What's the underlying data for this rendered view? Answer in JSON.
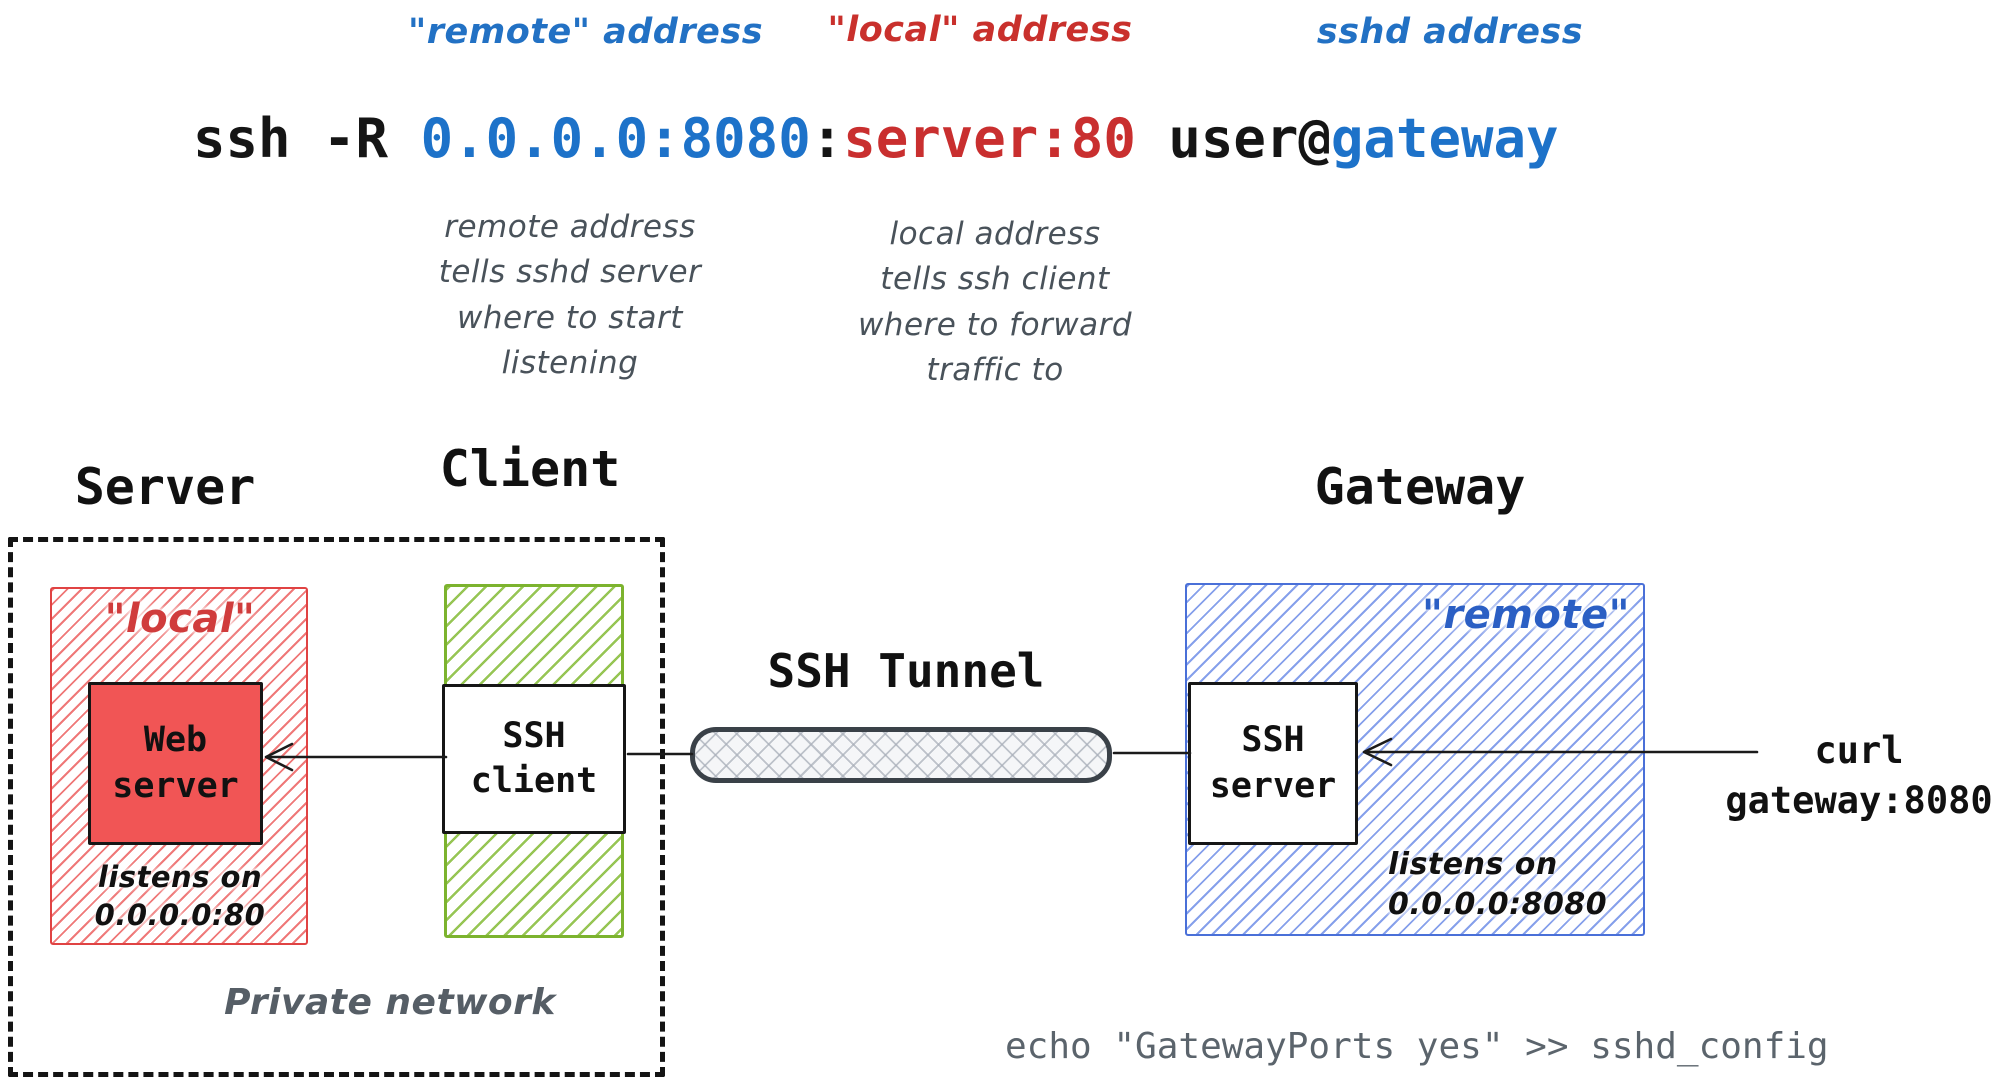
{
  "header": {
    "remote_address_label": "\"remote\" address",
    "local_address_label": "\"local\" address",
    "sshd_address_label": "sshd address"
  },
  "command": {
    "prefix": "ssh -R ",
    "remote_part": "0.0.0.0:8080",
    "separator": ":",
    "local_part": "server:80",
    "user_part": " user@",
    "host_part": "gateway"
  },
  "annotations": {
    "remote": [
      "remote address",
      "tells sshd server",
      "where to start",
      "listening"
    ],
    "local": [
      "local address",
      "tells ssh client",
      "where to forward",
      "traffic to"
    ]
  },
  "titles": {
    "server": "Server",
    "client": "Client",
    "gateway": "Gateway",
    "tunnel": "SSH Tunnel"
  },
  "server_zone": {
    "local_tag": "\"local\"",
    "web_server_line1": "Web",
    "web_server_line2": "server",
    "listens_line1": "listens on",
    "listens_line2": "0.0.0.0:80",
    "private_network": "Private network"
  },
  "client_zone": {
    "ssh_client_line1": "SSH",
    "ssh_client_line2": "client"
  },
  "gateway_zone": {
    "remote_tag": "\"remote\"",
    "ssh_server_line1": "SSH",
    "ssh_server_line2": "server",
    "listens_line1": "listens on",
    "listens_line2": "0.0.0.0:8080"
  },
  "right_zone": {
    "curl_line1": "curl",
    "curl_line2": "gateway:8080"
  },
  "footer": {
    "echo_command": "echo \"GatewayPorts yes\" >> sshd_config"
  },
  "colors": {
    "blue_text": "#1d72c9",
    "red_text": "#c92f2f",
    "blue_stroke": "#4a70d8",
    "red_stroke": "#e04343",
    "green_stroke": "#7cb32e",
    "web_server_fill": "#f15555",
    "annotation_gray": "#49525a",
    "echo_gray": "#5b646c"
  }
}
